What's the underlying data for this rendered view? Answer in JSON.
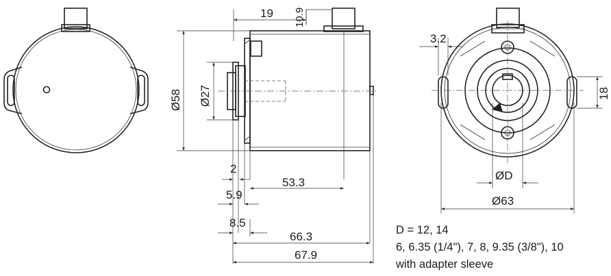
{
  "dimensions": {
    "d19": "19",
    "d10_9": "10.9",
    "d58": "Ø58",
    "d27": "Ø27",
    "d2": "2",
    "d53_3": "53.3",
    "d5_9": "5.9",
    "d8_5": "8.5",
    "d66_3": "66.3",
    "d67_9": "67.9",
    "d3_2": "3.2",
    "d18": "18",
    "dD": "ØD",
    "d63": "Ø63"
  },
  "notes": {
    "line1": "D = 12, 14",
    "line2": "6, 6.35 (1/4\"), 7, 8, 9.35 (3/8\"), 10",
    "line3": "with adapter sleeve"
  }
}
